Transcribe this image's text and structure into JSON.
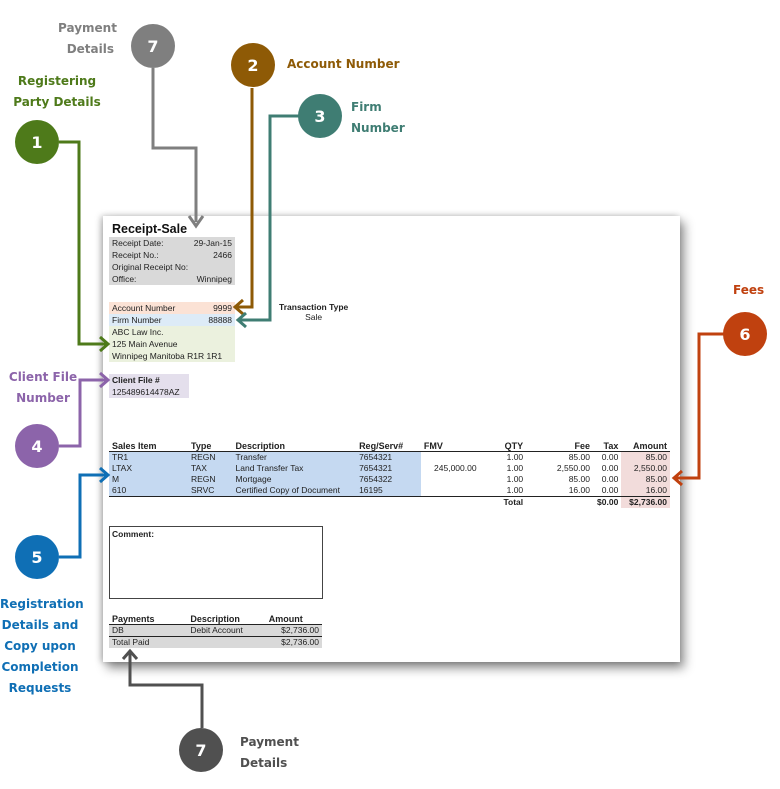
{
  "callouts": [
    {
      "number": "7",
      "label_line1": "Payment",
      "label_line2": "Details",
      "color": "#7f7f7f",
      "position": "top"
    },
    {
      "number": "2",
      "label_line1": "Account Number",
      "label_line2": "",
      "color": "#8e5a06"
    },
    {
      "number": "3",
      "label_line1": "Firm",
      "label_line2": "Number",
      "color": "#3f7d73"
    },
    {
      "number": "1",
      "label_line1": "Registering",
      "label_line2": "Party Details",
      "color": "#4e7a1a"
    },
    {
      "number": "4",
      "label_line1": "Client File",
      "label_line2": "Number",
      "color": "#8c64aa"
    },
    {
      "number": "5",
      "label_lines": [
        "Registration",
        "Details and",
        "Copy upon",
        "Completion",
        "Requests"
      ],
      "color": "#0f6fb5"
    },
    {
      "number": "6",
      "label_line1": "Fees",
      "label_line2": "",
      "color": "#c0410f"
    },
    {
      "number": "7",
      "label_line1": "Payment",
      "label_line2": "Details",
      "color": "#505050",
      "position": "bottom"
    }
  ],
  "receipt": {
    "title": "Receipt-Sale",
    "header_fields": [
      {
        "label": "Receipt Date:",
        "value": "29-Jan-15"
      },
      {
        "label": "Receipt No.:",
        "value": "2466"
      },
      {
        "label": "Original Receipt No:",
        "value": ""
      },
      {
        "label": "Office:",
        "value": "Winnipeg"
      }
    ],
    "account_number_label": "Account Number",
    "account_number": "9999",
    "firm_number_label": "Firm Number",
    "firm_number": "88888",
    "party_lines": [
      "ABC Law Inc.",
      "125 Main Avenue",
      "Winnipeg Manitoba R1R 1R1"
    ],
    "transaction_type_label": "Transaction Type",
    "transaction_type": "Sale",
    "client_file_label": "Client File #",
    "client_file": "125489614478AZ",
    "sales_columns": [
      "Sales Item",
      "Type",
      "Description",
      "Reg/Serv#",
      "FMV",
      "QTY",
      "Fee",
      "Tax",
      "Amount"
    ],
    "sales_rows": [
      {
        "item": "TR1",
        "type": "REGN",
        "description": "Transfer",
        "reg": "7654321",
        "fmv": "",
        "qty": "1.00",
        "fee": "85.00",
        "tax": "0.00",
        "amount": "85.00"
      },
      {
        "item": "LTAX",
        "type": "TAX",
        "description": "Land Transfer Tax",
        "reg": "7654321",
        "fmv": "245,000.00",
        "qty": "1.00",
        "fee": "2,550.00",
        "tax": "0.00",
        "amount": "2,550.00"
      },
      {
        "item": "M",
        "type": "REGN",
        "description": "Mortgage",
        "reg": "7654322",
        "fmv": "",
        "qty": "1.00",
        "fee": "85.00",
        "tax": "0.00",
        "amount": "85.00"
      },
      {
        "item": "610",
        "type": "SRVC",
        "description": "Certified Copy of Document",
        "reg": "16195",
        "fmv": "",
        "qty": "1.00",
        "fee": "16.00",
        "tax": "0.00",
        "amount": "16.00"
      }
    ],
    "total_label": "Total",
    "total_tax": "$0.00",
    "total_amount": "$2,736.00",
    "comment_label": "Comment:",
    "payment_columns": [
      "Payments",
      "Description",
      "Amount"
    ],
    "payment_rows": [
      {
        "payment": "DB",
        "description": "Debit Account",
        "amount": "$2,736.00"
      }
    ],
    "total_paid_label": "Total Paid",
    "total_paid": "$2,736.00"
  }
}
